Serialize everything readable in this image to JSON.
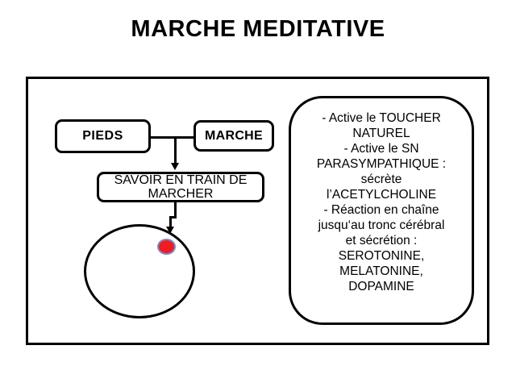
{
  "title": "MARCHE MEDITATIVE",
  "flowchart": {
    "pieds_label": "PIEDS",
    "marche_label": "MARCHE",
    "savoir_lines": [
      "SAVOIR EN TRAIN DE",
      "MARCHER"
    ]
  },
  "panel": {
    "lines": [
      "- Active le TOUCHER",
      "NATUREL",
      "- Active le SN",
      "PARASYMPATHIQUE :",
      "sécrète",
      "l’ACETYLCHOLINE",
      "- Réaction en chaîne",
      "jusqu‘au tronc cérébral",
      "et sécrétion :",
      "SEROTONINE,",
      "MELATONINE,",
      "DOPAMINE"
    ]
  },
  "colors": {
    "outline": "#000000",
    "dot_fill": "#ee1c25",
    "dot_border": "#7d8cba"
  }
}
